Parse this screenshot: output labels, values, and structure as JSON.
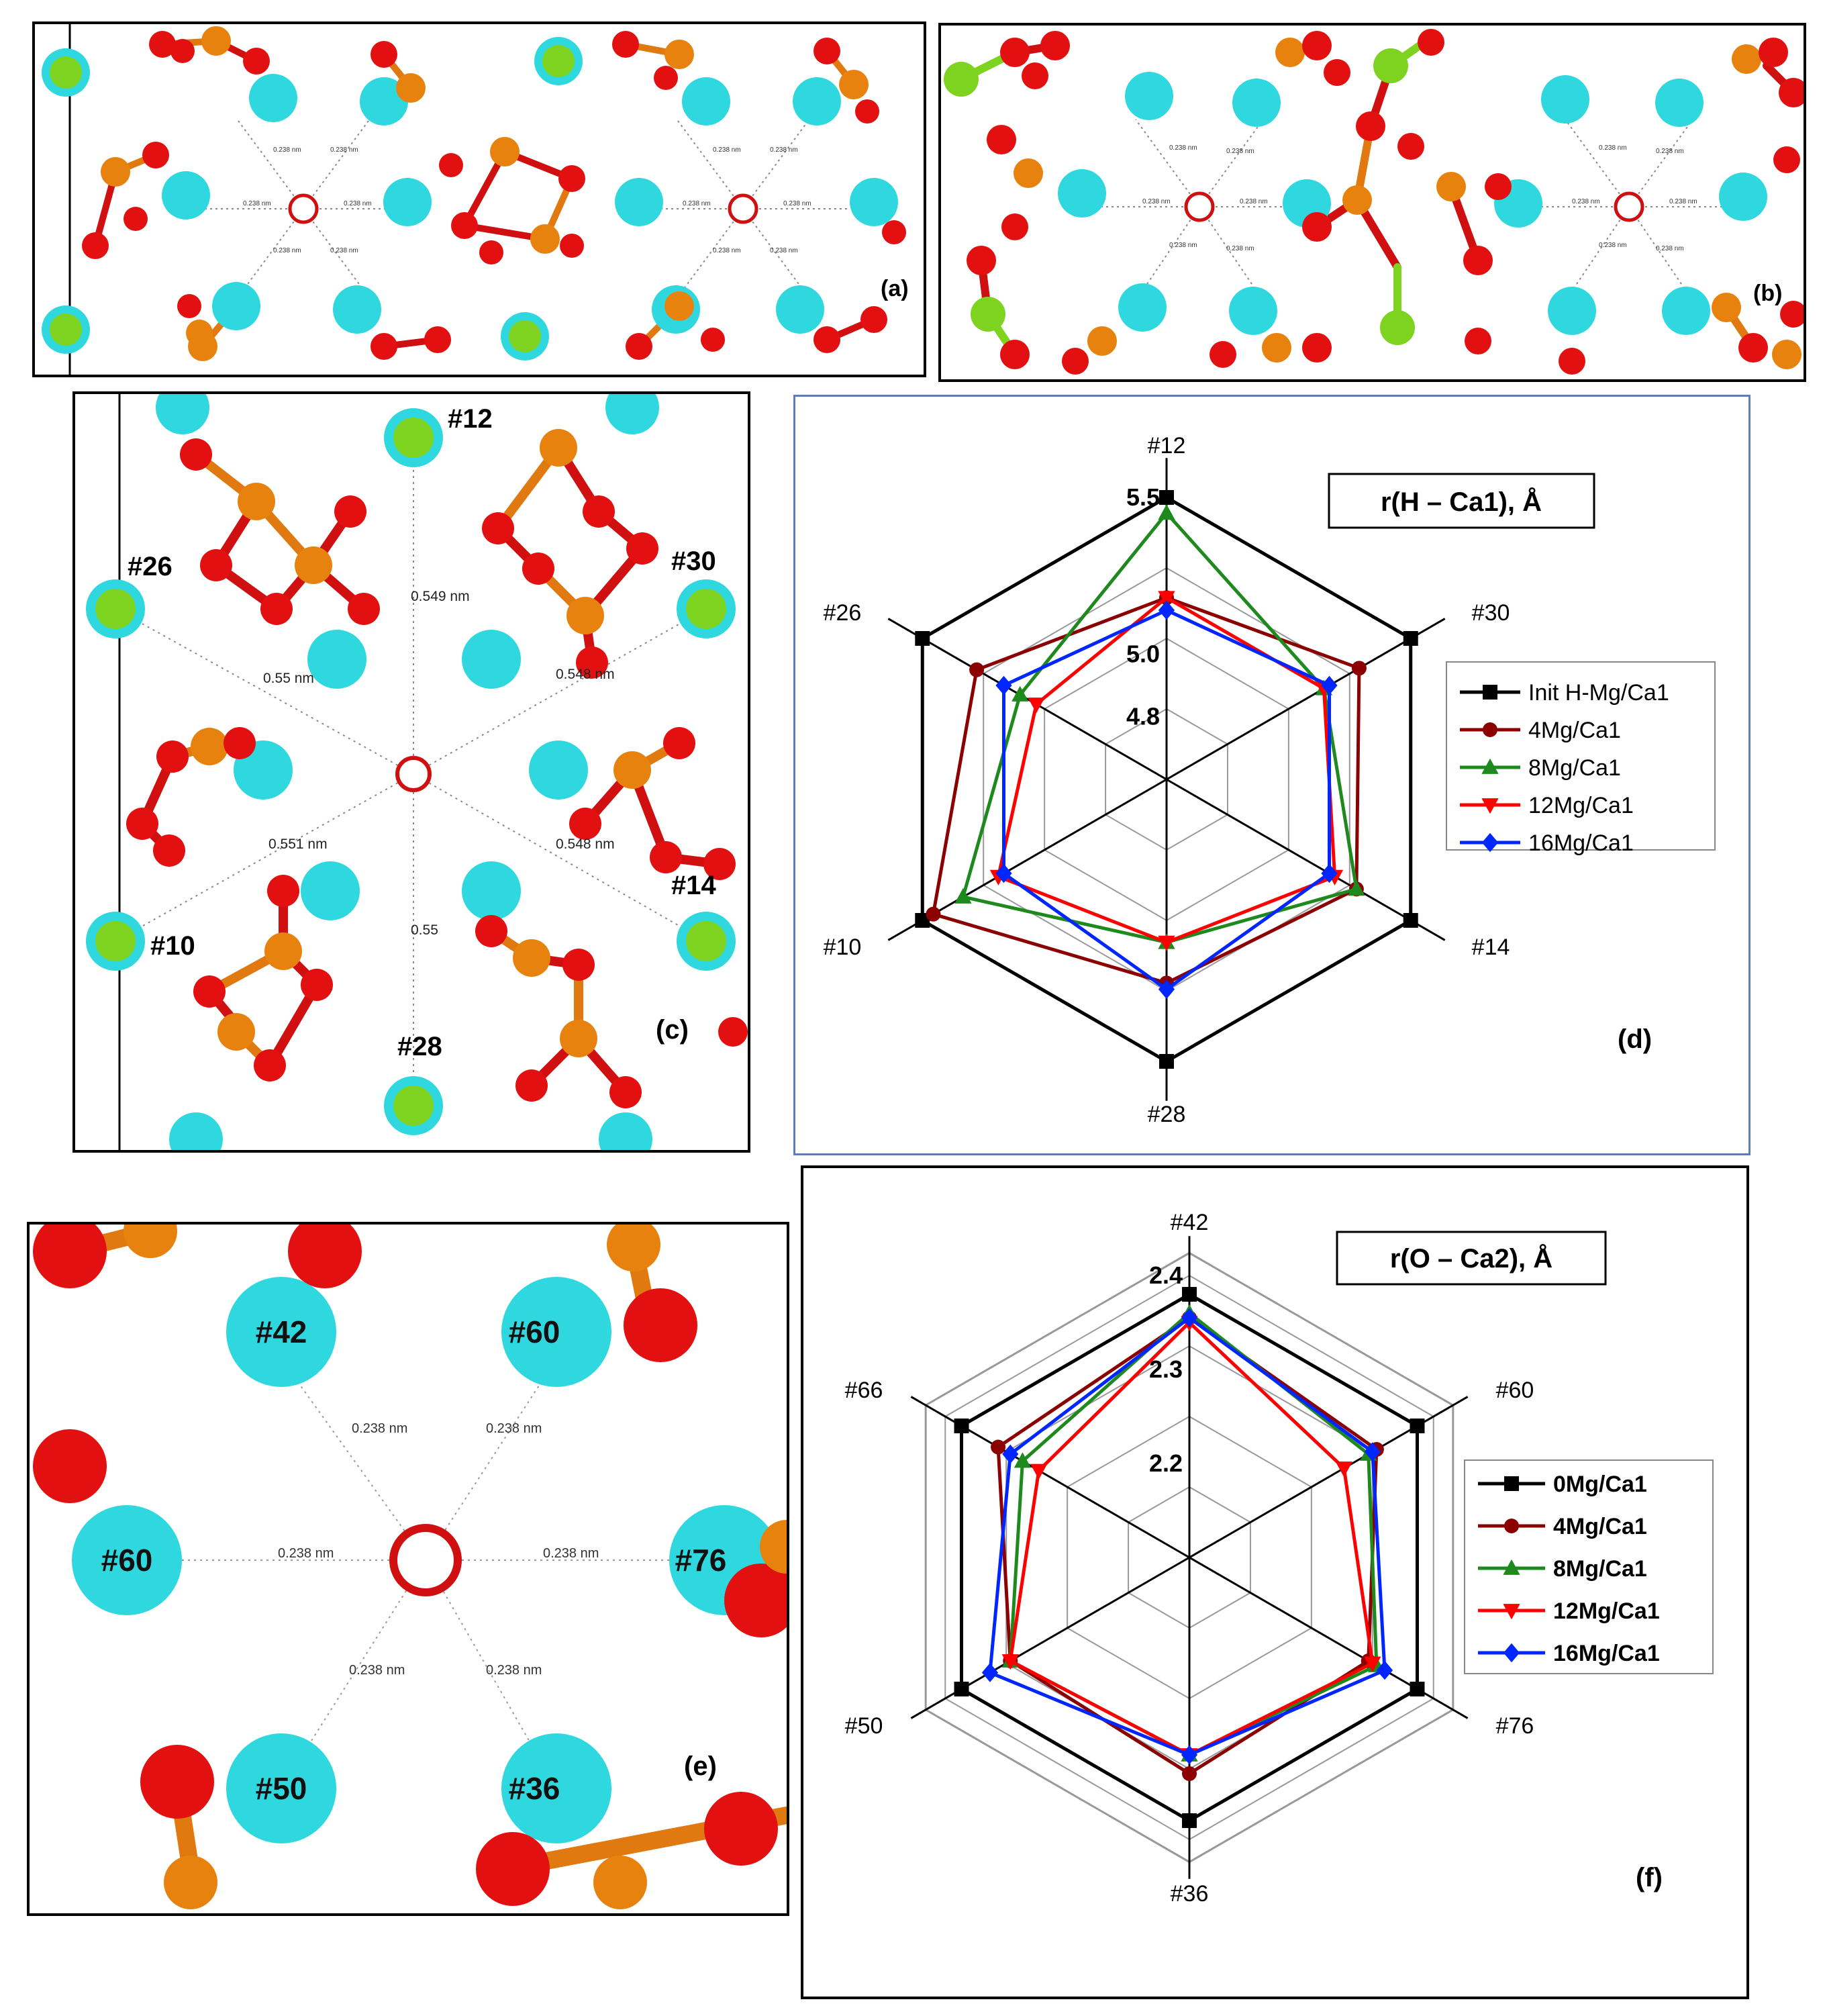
{
  "panels": {
    "a": {
      "tag": "(a)",
      "distance_labels": [
        "0.238 nm",
        "0.238 nm",
        "0.238 nm",
        "0.238 nm",
        "0.238 nm",
        "0.238 nm",
        "0.238 nm",
        "0.238 nm",
        "0.238 nm",
        "0.238 nm",
        "0.238 nm",
        "0.238 nm"
      ]
    },
    "b": {
      "tag": "(b)",
      "distance_labels": [
        "0.238 nm",
        "0.238 nm",
        "0.238 nm",
        "0.238 nm",
        "0.238 nm",
        "0.238 nm",
        "0.238 nm",
        "0.238 nm",
        "0.238 nm",
        "0.238 nm",
        "0.238 nm",
        "0.238 nm"
      ]
    },
    "c": {
      "tag": "(c)",
      "atom_labels": [
        "#12",
        "#26",
        "#30",
        "#14",
        "#10",
        "#28"
      ],
      "distance_labels": [
        "0.549 nm",
        "0.55 nm",
        "0.548 nm",
        "0.551 nm",
        "0.548 nm",
        "0.55"
      ]
    },
    "e": {
      "tag": "(e)",
      "atom_labels": [
        "#42",
        "#60",
        "#60",
        "#76",
        "#50",
        "#36"
      ],
      "distance_labels": [
        "0.238 nm",
        "0.238 nm",
        "0.238 nm",
        "0.238 nm",
        "0.238 nm",
        "0.238 nm"
      ]
    }
  },
  "chart_data": [
    {
      "panel": "d",
      "tag": "(d)",
      "type": "radar",
      "title": "r(H – Ca1), Å",
      "axes": [
        "#12",
        "#30",
        "#14",
        "#28",
        "#10",
        "#26"
      ],
      "radial_range": [
        4.6,
        5.5
      ],
      "radial_ticks": [
        4.8,
        5.0,
        5.5
      ],
      "radial_tick_labels": [
        "4.8",
        "5.0",
        "5.5"
      ],
      "legend_position": "right",
      "series": [
        {
          "name": "Init H-Mg/Ca1",
          "color": "#000000",
          "marker": "square",
          "values": [
            5.5,
            5.5,
            5.5,
            5.5,
            5.5,
            5.5
          ]
        },
        {
          "name": "4Mg/Ca1",
          "color": "#8b0000",
          "marker": "circle",
          "values": [
            5.18,
            5.31,
            5.3,
            5.25,
            5.46,
            5.3
          ]
        },
        {
          "name": "8Mg/Ca1",
          "color": "#1e8a1e",
          "marker": "triangle-up",
          "values": [
            5.45,
            5.18,
            5.3,
            5.12,
            5.35,
            5.14
          ]
        },
        {
          "name": "12Mg/Ca1",
          "color": "#ff0000",
          "marker": "triangle-down",
          "values": [
            5.18,
            5.18,
            5.22,
            5.12,
            5.22,
            5.08
          ]
        },
        {
          "name": "16Mg/Ca1",
          "color": "#0026ff",
          "marker": "diamond",
          "values": [
            5.14,
            5.2,
            5.2,
            5.27,
            5.2,
            5.2
          ]
        }
      ]
    },
    {
      "panel": "f",
      "tag": "(f)",
      "type": "radar",
      "title": "r(O – Ca2), Å",
      "axes": [
        "#42",
        "#60",
        "#76",
        "#36",
        "#50",
        "#66"
      ],
      "radial_range": [
        2.1,
        2.4
      ],
      "radial_ticks": [
        2.2,
        2.3,
        2.4
      ],
      "radial_tick_labels": [
        "2.2",
        "2.3",
        "2.4"
      ],
      "legend_position": "right",
      "series": [
        {
          "name": "0Mg/Ca1",
          "color": "#000000",
          "marker": "square",
          "values": [
            2.38,
            2.38,
            2.38,
            2.38,
            2.38,
            2.38
          ]
        },
        {
          "name": "4Mg/Ca1",
          "color": "#8b0000",
          "marker": "circle",
          "values": [
            2.355,
            2.33,
            2.32,
            2.33,
            2.32,
            2.335
          ]
        },
        {
          "name": "8Mg/Ca1",
          "color": "#1e8a1e",
          "marker": "triangle-up",
          "values": [
            2.36,
            2.32,
            2.33,
            2.31,
            2.32,
            2.305
          ]
        },
        {
          "name": "12Mg/Ca1",
          "color": "#ff0000",
          "marker": "triangle-down",
          "values": [
            2.35,
            2.29,
            2.325,
            2.31,
            2.32,
            2.285
          ]
        },
        {
          "name": "16Mg/Ca1",
          "color": "#0026ff",
          "marker": "diamond",
          "values": [
            2.355,
            2.325,
            2.34,
            2.31,
            2.345,
            2.32
          ]
        }
      ]
    }
  ]
}
